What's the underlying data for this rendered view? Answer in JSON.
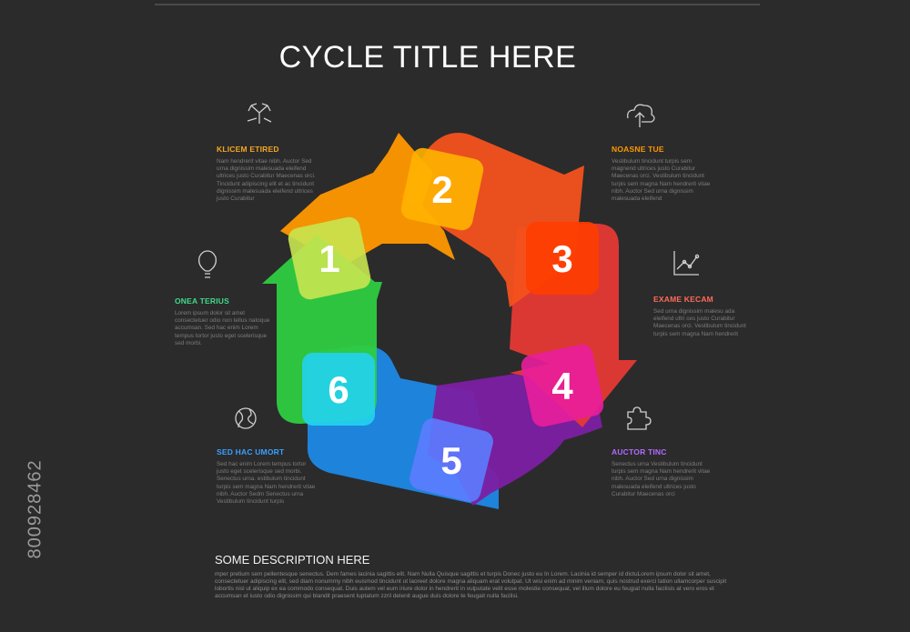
{
  "title": "CYCLE TITLE HERE",
  "side_id": "800928462",
  "steps": [
    {
      "number": "1",
      "color": "#2ecc40",
      "heading": "KLICEM ETIRED",
      "heading_color": "#f5a623",
      "text": "Nam hendrerit vitae nibh. Auctor Sed urna dignissim malesuada eleifend ultrices justo Curabitur Maecenas orci. Tincidunt adipiscing elit et ac tincidunt dignissim malesuada eleifend ultrices justo Curabitur",
      "icon": "arrows-split-icon"
    },
    {
      "number": "2",
      "color": "#ff9800",
      "heading": "NOASNE TUE",
      "heading_color": "#ff9800",
      "text": "Vestibulum tincidunt turpis sem magnend ultrices justo Curabitur Maecenas orci. Vestibulum tincidunt turpis sem magna Nam hendrerit vitae nibh. Auctor Sed urna dignissim malesuada eleifend",
      "icon": "cloud-upload-icon"
    },
    {
      "number": "3",
      "color": "#f4511e",
      "heading": "EXAME KECAM",
      "heading_color": "#ff6b5a",
      "text": "Sed urna dignissim malesu ada eleifend ultri ces justo Curabitur Maecenas orci. Vestibulum tincidunt turpis sem magna Nam hendrerit",
      "icon": "line-chart-icon"
    },
    {
      "number": "4",
      "color": "#e91e63",
      "heading": "AUCTOR TINC",
      "heading_color": "#b06bff",
      "text": "Senectus urna Vestibulum tincidunt turpis sem magna Nam hendrerit vitae nibh. Auctor Sed urna dignissim malesuada eleifend ultrices justo Curabitur Maecenas orci",
      "icon": "puzzle-icon"
    },
    {
      "number": "5",
      "color": "#7b1fa2",
      "heading": "SED HAC UMORT",
      "heading_color": "#3aa0ff",
      "text": "Sed hac enim Lorem tempus tortor justo eget scelerisque sed morbi. Senectus urna. estibulum tincidunt turpis sem magna Nam hendrerit vitae nibh. Auctor Sedm Senectus urna Vestibulum tincidunt turpis",
      "icon": "globe-icon"
    },
    {
      "number": "6",
      "color": "#1e88e5",
      "heading": "ONEA TERIUS",
      "heading_color": "#41d98a",
      "text": "Lorem ipsum dolor sit amet consectetuer odio non tellus natoque accumsan. Sed hac enim Lorem tempus tortor justo eget scelerisque sed morbi.",
      "icon": "lightbulb-icon"
    }
  ],
  "description": {
    "title": "SOME DESCRIPTION HERE",
    "text": "mper pretium sem pellentesque senectus. Dem fames lacinia sagittis elit. Nam Nulla Quisque sagittis et turpis Donec justo eu In Lorem. Lacinia id semper id dictuLorem ipsum dolor sit amet, consectetuer adipiscing elit, sed diam nonummy nibh euismod tincidunt ut laoreet dolore magna aliquam erat volutpat. Ut wisi enim ad minim veniam, quis nostrud exerci tation ullamcorper suscipit lobortis nisl ut aliquip ex ea commodo consequat. Duis autem vel eum iriure dolor in hendrerit in vulputate velit esse molestie consequat, vel illum dolore eu feugiat nulla facilisis at vero eros et accumsan et iusto odio dignissim qui blandit praesent luptatum zzril delenit augue duis dolore te feugait nulla facilisi."
  },
  "cycle_colors": {
    "arrow1": "#2ecc40",
    "arrow2": "#ff9800",
    "arrow3": "#f4511e",
    "arrow4": "#e53935",
    "arrow5": "#7b1fa2",
    "arrow6": "#1e88e5",
    "tile1": "#c8e650",
    "tile2": "#ffb300",
    "tile3": "#ff3d00",
    "tile4": "#e91e9c",
    "tile5": "#5c7cff",
    "tile6": "#22d3ee"
  }
}
